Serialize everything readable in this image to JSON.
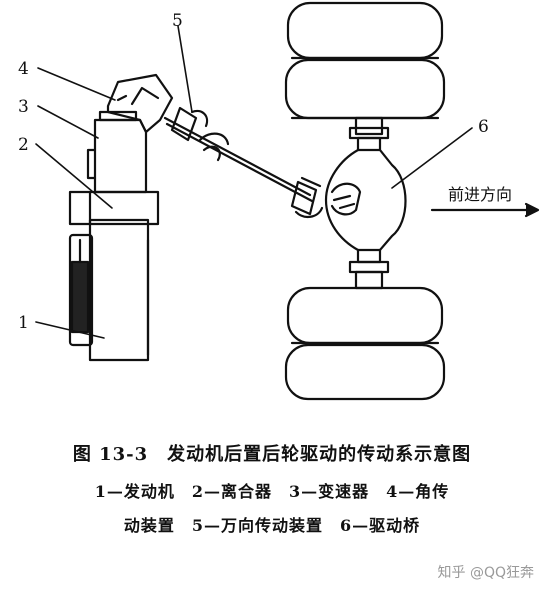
{
  "labels": {
    "engine": "1",
    "clutch": "2",
    "transmission": "3",
    "angle_drive": "4",
    "universal_joint": "5",
    "drive_axle": "6"
  },
  "direction_label": "前进方向",
  "caption": {
    "title": "图 13-3　发动机后置后轮驱动的传动系示意图",
    "legend_line1": "1—发动机　2—离合器　3—变速器　4—角传",
    "legend_line2": "动装置　5—万向传动装置　6—驱动桥"
  },
  "watermark": "知乎 @QQ狂奔"
}
